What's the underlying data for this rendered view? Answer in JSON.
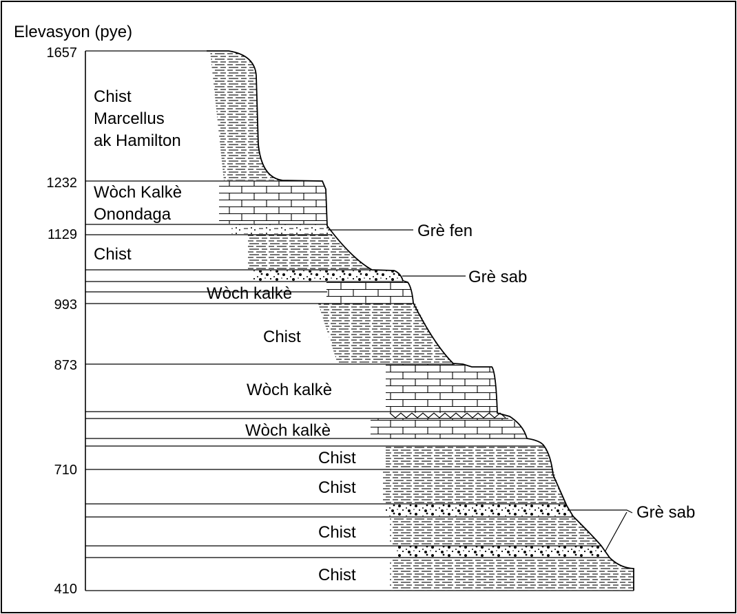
{
  "diagram": {
    "y_axis_title": "Elevasyon (pye)",
    "elevation_ticks": [
      "1657",
      "1232",
      "1129",
      "993",
      "873",
      "710",
      "410"
    ],
    "layers": [
      {
        "id": "marcellus",
        "rock": "shale",
        "label_lines": [
          "Chist",
          "Marcellus",
          "ak Hamilton"
        ]
      },
      {
        "id": "onondaga",
        "rock": "limestone",
        "label_lines": [
          "Wòch Kalkè",
          "Onondaga"
        ]
      },
      {
        "id": "fine-sandstone",
        "rock": "fine-sandstone",
        "label_lines": []
      },
      {
        "id": "shale-1",
        "rock": "shale",
        "label_lines": [
          "Chist"
        ]
      },
      {
        "id": "sandstone-1",
        "rock": "sandstone",
        "label_lines": []
      },
      {
        "id": "limestone-1",
        "rock": "limestone",
        "label_lines": [
          "Wòch kalkè"
        ]
      },
      {
        "id": "shale-2",
        "rock": "shale",
        "label_lines": [
          "Chist"
        ]
      },
      {
        "id": "limestone-2",
        "rock": "limestone",
        "label_lines": [
          "Wòch kalkè"
        ]
      },
      {
        "id": "zigzag-bed",
        "rock": "limestone",
        "label_lines": []
      },
      {
        "id": "limestone-3",
        "rock": "limestone",
        "label_lines": [
          "Wòch kalkè"
        ]
      },
      {
        "id": "shale-3",
        "rock": "shale",
        "label_lines": [
          "Chist"
        ]
      },
      {
        "id": "shale-4",
        "rock": "shale",
        "label_lines": [
          "Chist"
        ]
      },
      {
        "id": "sandstone-2",
        "rock": "sandstone",
        "label_lines": []
      },
      {
        "id": "shale-5",
        "rock": "shale",
        "label_lines": [
          "Chist"
        ]
      },
      {
        "id": "sandstone-3",
        "rock": "sandstone",
        "label_lines": []
      },
      {
        "id": "shale-6",
        "rock": "shale",
        "label_lines": [
          "Chist"
        ]
      }
    ],
    "callouts": {
      "fine_sandstone": "Grè fen",
      "sandstone_upper": "Grè sab",
      "sandstone_lower": "Grè sab"
    }
  }
}
